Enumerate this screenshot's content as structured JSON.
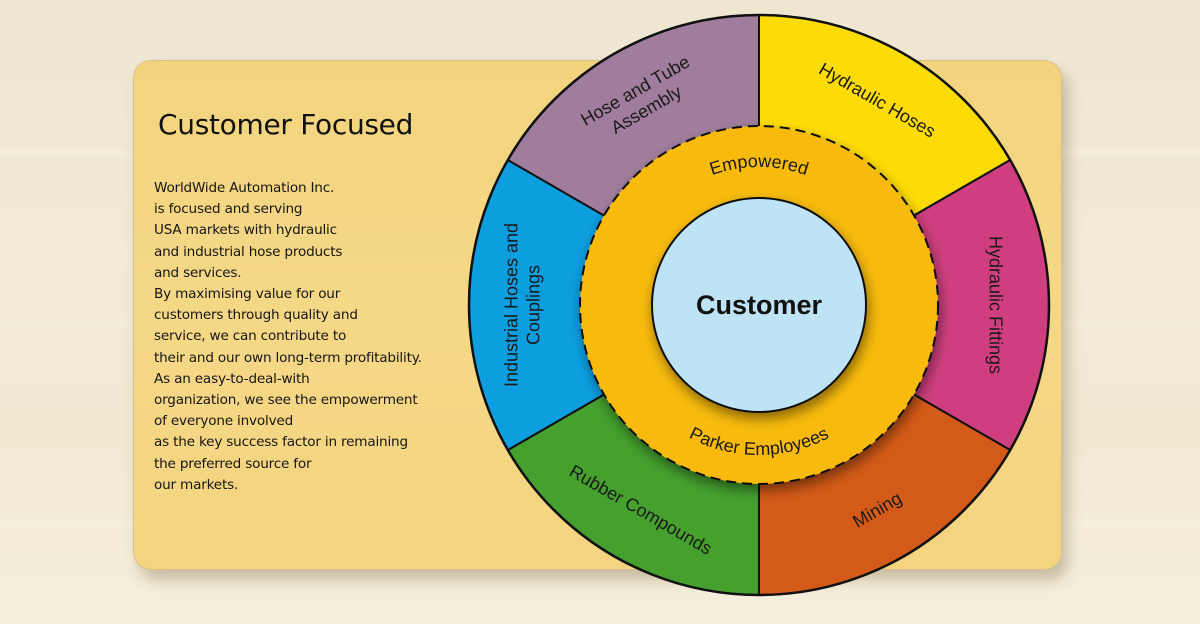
{
  "card": {
    "title": "Customer Focused",
    "paragraph_lines": [
      "WorldWide Automation Inc.",
      "is focused and serving",
      "USA markets with hydraulic",
      "and industrial hose products",
      "and services.",
      "By maximising value for our",
      "customers through quality and",
      "service, we can contribute to",
      "their and our own long-term profitability.",
      "As an easy-to-deal-with",
      "organization, we see the empowerment",
      "of everyone involved",
      "as the key success factor in remaining",
      "the preferred source for",
      "our markets."
    ]
  },
  "wheel": {
    "center": {
      "label": "Customer",
      "color": "#bde3f5"
    },
    "middle_ring": {
      "top_label": "Empowered",
      "bottom_label": "Parker Employees",
      "color": "#f8bb0b"
    },
    "segments": [
      {
        "label_lines": [
          "Hydraulic Hoses"
        ],
        "color": "#fddc05"
      },
      {
        "label_lines": [
          "Hydraulic Fittings"
        ],
        "color": "#cf3f7f"
      },
      {
        "label_lines": [
          "Mining"
        ],
        "color": "#d35a18"
      },
      {
        "label_lines": [
          "Rubber Compounds"
        ],
        "color": "#45a02e"
      },
      {
        "label_lines": [
          "Industrial Hoses and",
          "Couplings"
        ],
        "color": "#0d9ee0"
      },
      {
        "label_lines": [
          "Hose and Tube",
          "Assembly"
        ],
        "color": "#a07d9c"
      }
    ]
  },
  "colors": {
    "card_background": "#f4d581",
    "page_background": "#f0e7d3",
    "outline": "#111111"
  }
}
